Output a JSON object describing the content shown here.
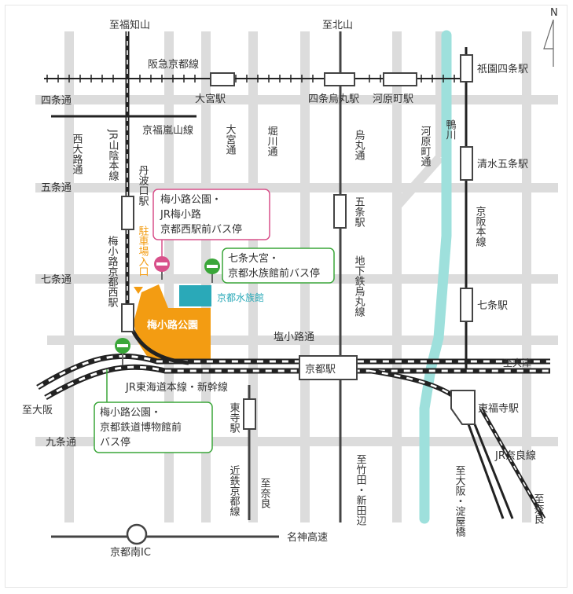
{
  "north": "N",
  "railways": {
    "hankyu": "阪急京都線",
    "randen": "京福嵐山線",
    "jr_sanin": "JR山陰本線",
    "jr_tokaido": "JR東海道本線・新幹線",
    "jr_nara": "JR奈良線",
    "keihan": "京阪本線",
    "kintetsu": "近鉄京都線",
    "subway": "地下鉄烏丸線"
  },
  "stations": {
    "omiya": "大宮駅",
    "shijo_karasuma": "四条烏丸駅",
    "kawaramachi": "河原町駅",
    "gion_shijo": "祇園四条駅",
    "kiyomizu_gojo": "清水五条駅",
    "shichijo": "七条駅",
    "tambaguchi": "丹波口駅",
    "umekoji_kyotonishi": "梅小路京都西駅",
    "gojo": "五条駅",
    "kyoto": "京都駅",
    "tofukuji": "東福寺駅",
    "toji": "東寺駅"
  },
  "streets": {
    "shijo": "四条通",
    "gojo": "五条通",
    "shichijo": "七条通",
    "kujo": "九条通",
    "shiokoji": "塩小路通",
    "nishioji": "西大路通",
    "omiya": "大宮通",
    "horikawa": "堀川通",
    "karasuma": "烏丸通",
    "kawaramachi": "河原町通",
    "kamogawa": "鴨川",
    "meishin": "名神高速",
    "kyoto_minami_ic": "京都南IC"
  },
  "directions": {
    "fukuchiyama": "至福知山",
    "kitayama": "至北山",
    "osaka": "至大阪",
    "otsu": "至大津",
    "nara_east": "至奈良",
    "nara_kintetsu": "至奈良",
    "takeda": "至竹田・新田辺",
    "osaka_yodoyabashi": "至大阪・淀屋橋"
  },
  "places": {
    "parking": "駐車場入口",
    "park": "梅小路公園",
    "aquarium": "京都水族館"
  },
  "bus_stops": {
    "pink": [
      "梅小路公園・",
      "JR梅小路",
      "京都西駅前バス停"
    ],
    "green_top": [
      "七条大宮・",
      "京都水族館前バス停"
    ],
    "green_bottom": [
      "梅小路公園・",
      "京都鉄道博物館前",
      "バス停"
    ]
  },
  "colors": {
    "road": "#dcdcdc",
    "rail": "#222222",
    "river": "#9ee0dc",
    "park": "#f39c12",
    "aquarium": "#2aa9b8",
    "pink_stop": "#d8508a",
    "green_stop": "#3aa639"
  }
}
